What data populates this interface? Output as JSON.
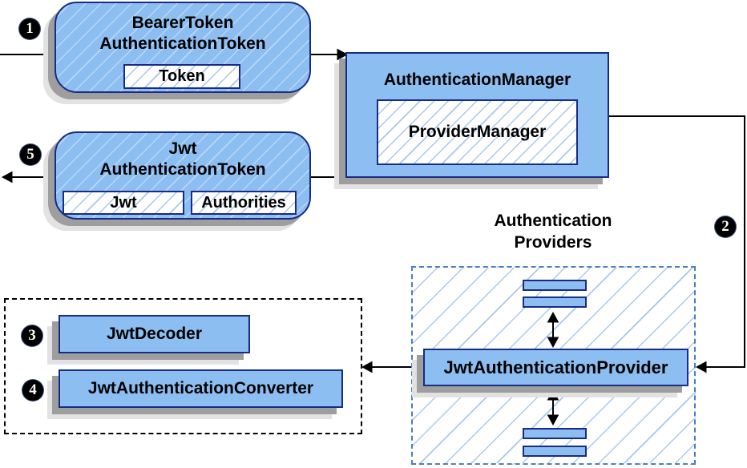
{
  "diagram": {
    "nodes": {
      "bearer_token": {
        "title_line1": "BearerToken",
        "title_line2": "AuthenticationToken",
        "inner": "Token"
      },
      "authentication_manager": {
        "title": "AuthenticationManager",
        "inner": "ProviderManager"
      },
      "jwt_authentication_token": {
        "title_line1": "Jwt",
        "title_line2": "AuthenticationToken",
        "inner1": "Jwt",
        "inner2": "Authorities"
      },
      "providers_group": {
        "label_line1": "Authentication",
        "label_line2": "Providers"
      },
      "jwt_authentication_provider": {
        "title": "JwtAuthenticationProvider"
      },
      "jwt_decoder": {
        "title": "JwtDecoder"
      },
      "jwt_authentication_converter": {
        "title": "JwtAuthenticationConverter"
      }
    },
    "steps": {
      "s1": "1",
      "s2": "2",
      "s3": "3",
      "s4": "4",
      "s5": "5"
    },
    "colors": {
      "node_fill": "#8CBEF2",
      "node_border": "#182B85",
      "hatch_line": "#A9C7EF",
      "group_hatch_line": "#AAC8EE",
      "dashed_blue_border": "#4A7FC1",
      "dashed_black_border": "#000000",
      "shadow_dark": "#9E9E9E",
      "shadow_light": "#E2E2E2",
      "wire": "#000000",
      "marker_bg": "#000000",
      "marker_text": "#FFFFFF"
    }
  }
}
